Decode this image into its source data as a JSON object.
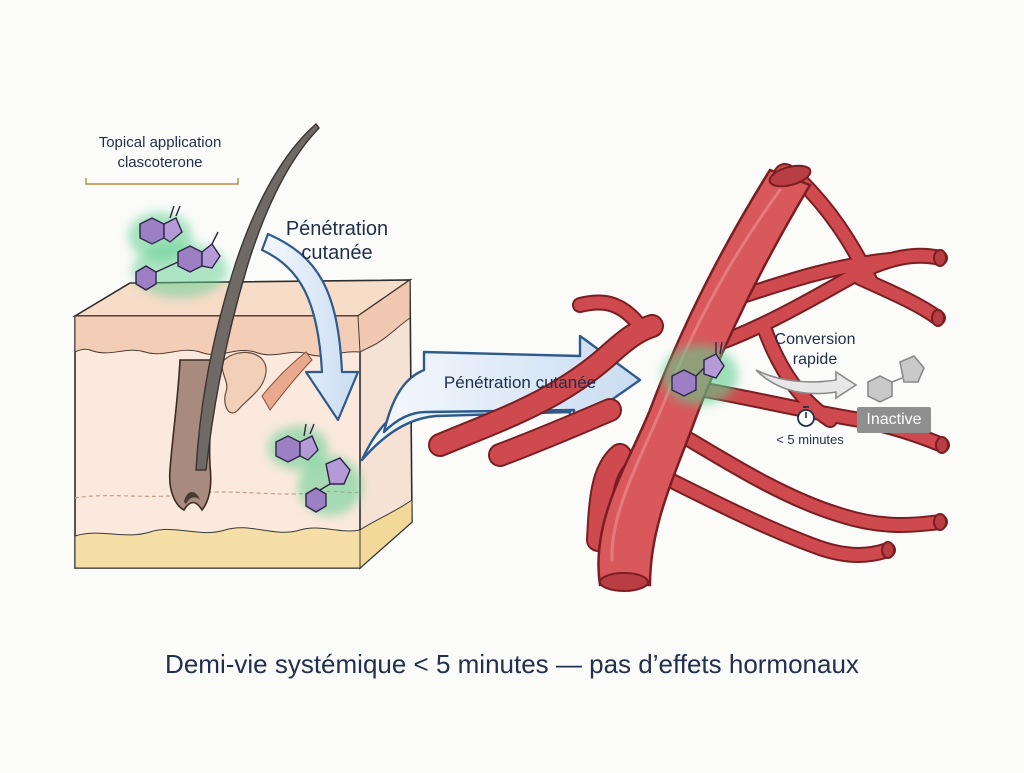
{
  "labels": {
    "topical_line1": "Topical application",
    "topical_line2": "clascoterone",
    "penetration_line1": "Pénétration",
    "penetration_line2": "cutanée",
    "penetration_arrow": "Pénétration cutanée",
    "conversion_line1": "Conversion",
    "conversion_line2": "rapide",
    "time": "< 5 minutes",
    "inactive": "Inactive"
  },
  "caption": "Demi-vie systémique < 5 minutes — pas d’effets hormonaux",
  "colors": {
    "skin_surface": "#f7dcc8",
    "skin_dermis": "#fbe9dd",
    "fat_layer": "#f5dfa6",
    "blood_vessel": "#cf4a4e",
    "molecule": "#9d7fc4",
    "molecule_glow": "#5fcf8f",
    "arrow_fill": "#dbe8f6",
    "arrow_stroke": "#2e5a8c",
    "inactive_badge": "#8f8f8f",
    "text": "#1f2f4a"
  },
  "icons": [
    "molecule-icon",
    "stopwatch-icon",
    "inactive-molecule-icon",
    "hair-follicle-icon"
  ]
}
